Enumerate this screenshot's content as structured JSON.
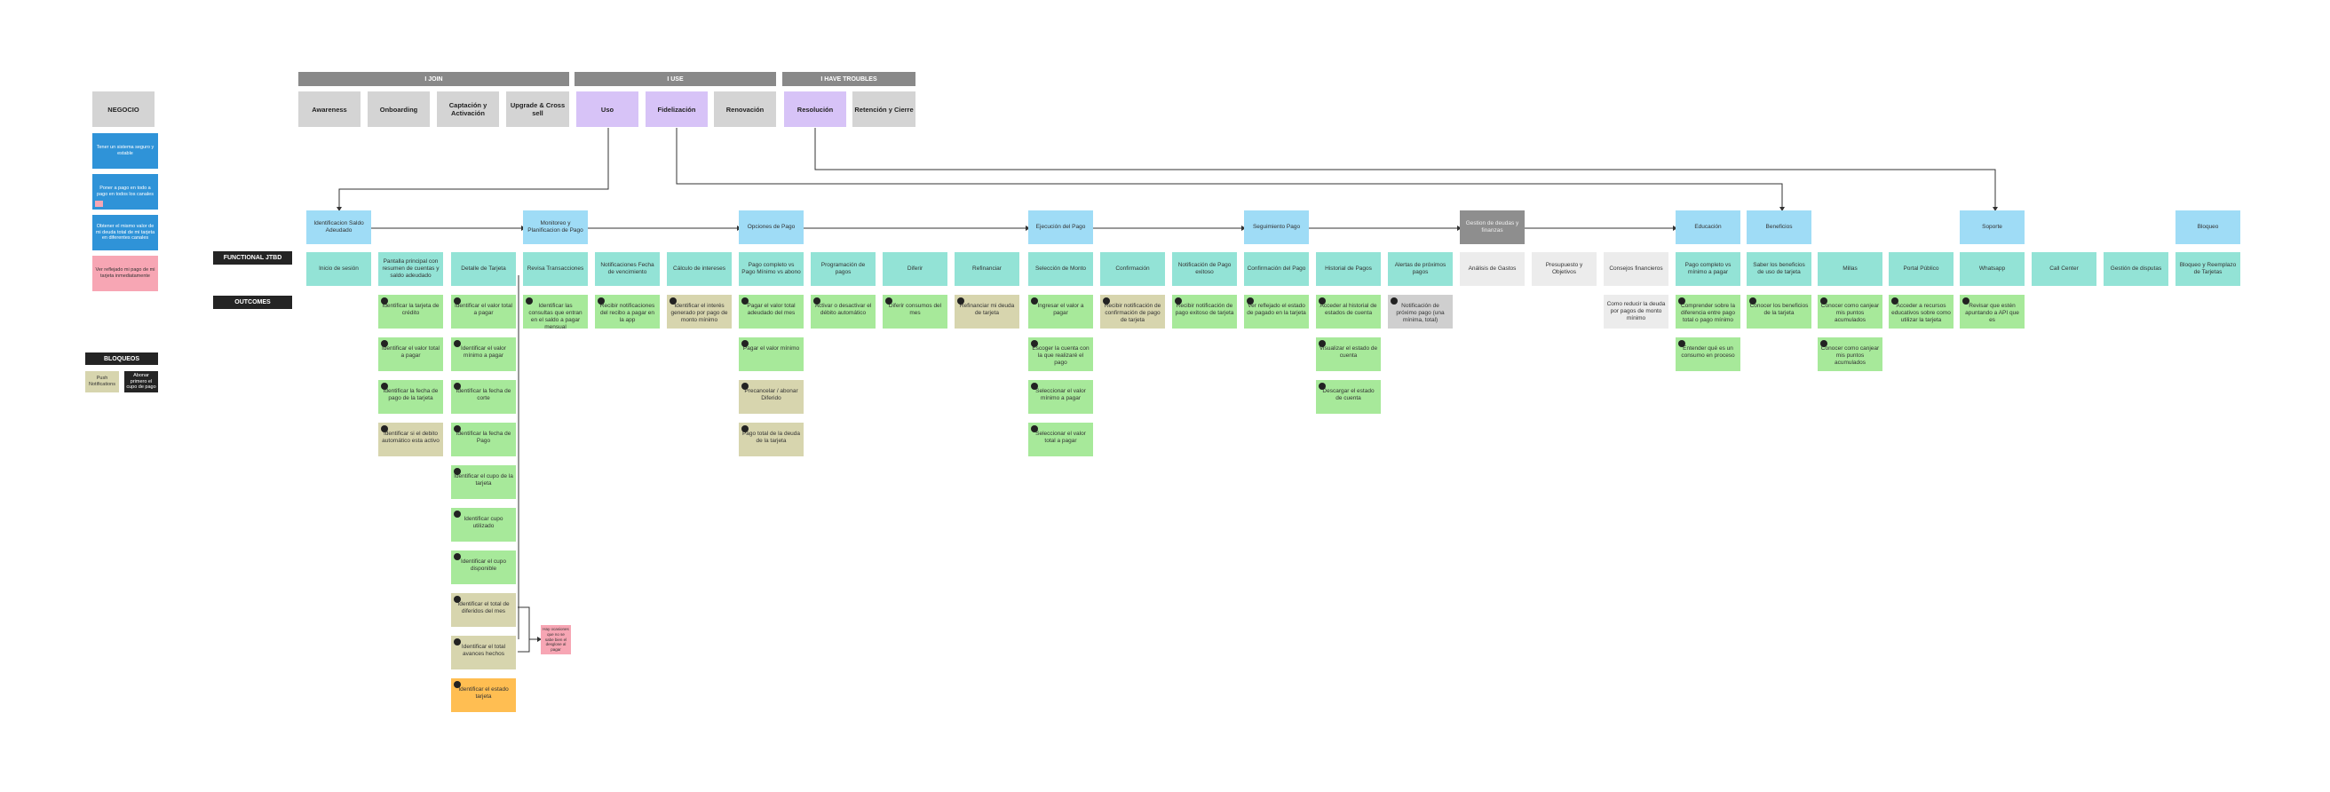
{
  "phase_headers": [
    "I JOIN",
    "I USE",
    "I HAVE TROUBLES"
  ],
  "stages": [
    "Awareness",
    "Onboarding",
    "Captación y Activación",
    "Upgrade & Cross sell",
    "Uso",
    "Fidelización",
    "Renovación",
    "Resolución",
    "Retención y Cierre"
  ],
  "legend": {
    "title": "NEGOCIO",
    "items": [
      "Tener un sistema seguro y estable",
      "Poner a pago en todo a pago en todos los canales",
      "Obtener el mismo valor de mi deuda total de mi tarjeta en diferentes canales",
      "Ver reflejado mi pago de mi tarjeta inmediatamente"
    ],
    "bloqueos_title": "BLOQUEOS",
    "bloqueos": [
      "Push Notifications",
      "Abonar primero el cupo de pago"
    ]
  },
  "row_labels": {
    "jtbd": "FUNCTIONAL JTBD",
    "outcomes": "OUTCOMES"
  },
  "jtbd_headers": [
    "Identificacion Saldo Adeudado",
    "Monitoreo y Planificacion de Pago",
    "Opciones de Pago",
    "Ejecución del Pago",
    "Seguimiento Pago",
    "Gestion de deudas y finanzas",
    "Educación",
    "Beneficios",
    "Soporte",
    "Bloqueo"
  ],
  "jtbd_cards": [
    "Inicio de sesión",
    "Pantalla principal con resumen de cuentas y saldo adeudado",
    "Detalle de Tarjeta",
    "Revisa Transacciones",
    "Notificaciones Fecha de vencimiento",
    "Cálculo de intereses",
    "Pago completo vs Pago Mínimo vs abono",
    "Programación de pagos",
    "Diferir",
    "Refinanciar",
    "Selección de Monto",
    "Confirmación",
    "Notificación de Pago exitoso",
    "Confirmación del Pago",
    "Historial de Pagos",
    "Alertas de próximos pagos",
    "Análisis de Gastos",
    "Presupuesto y Objetivos",
    "Consejos financieros",
    "Pago completo vs mínimo a pagar",
    "Saber los beneficios de uso de tarjeta",
    "Millas",
    "Portal Público",
    "Whatsapp",
    "Call Center",
    "Gestión de disputas",
    "Bloqueo y Reemplazo de Tarjetas"
  ],
  "outcomes": [
    "Identificar la tarjeta de crédito",
    "Identificar el valor total a pagar",
    "Identificar la fecha de pago de la tarjeta",
    "Identificar si el debito automático esta activo",
    "Identificar el valor total a pagar",
    "Identificar el valor mínimo a pagar",
    "Identificar la fecha de corte",
    "Identificar la fecha de Pago",
    "Identificar el cupo de la tarjeta",
    "Identificar cupo utilizado",
    "Identificar el cupo disponible",
    "Identificar el total de diferidos del mes",
    "Identificar el total avances hechos",
    "Identificar el estado tarjeta",
    "Identificar las consultas que entran en el saldo a pagar mensual",
    "Recibir notificaciones del recibo a pagar en la app",
    "Identificar el interés generado por pago de monto mínimo",
    "Pagar el valor total adeudado del mes",
    "Pagar el valor mínimo",
    "Precancelar / abonar Diferido",
    "Pago total de la deuda de la tarjeta",
    "Activar o desactivar el débito automático",
    "Diferir consumos del mes",
    "Refinanciar mi deuda de tarjeta",
    "Ingresar el valor a pagar",
    "Escoger la cuenta con la que realizaré el pago",
    "Seleccionar el valor mínimo a pagar",
    "Seleccionar el valor total a pagar",
    "Recibir notificación de confirmación de pago de tarjeta",
    "Recibir notificación de pago exitoso de tarjeta",
    "Ver reflejado el estado de pagado en la tarjeta",
    "Acceder al historial de estados de cuenta",
    "Visualizar el estado de cuenta",
    "Descargar el estado de cuenta",
    "Notificación de próximo pago (una mínima, total)",
    "Como reducir la deuda por pagos de monto mínimo",
    "Comprender sobre la diferencia entre pago total o pago mínimo",
    "Entender qué es un consumo en proceso",
    "Conocer los beneficios de la tarjeta",
    "Conocer como canjear mis puntos acumulados",
    "Conocer como canjear mis puntos acumulados",
    "Acceder a recursos educativos sobre como utilizar la tarjeta",
    "Revisar que estén apuntando a API que es"
  ],
  "note": "Hay ocasiones que no se sabe bien el desglose al pagar",
  "colors": {
    "blue": "#9fdcf6",
    "teal": "#93e3d6",
    "green": "#a7e99a",
    "tan": "#d7d5ae",
    "orange": "#ffbe52",
    "purple": "#d7c3f7",
    "legend_blue": "#2f93d8",
    "legend_pink": "#f7a6b4",
    "gray": "#d4d4d4"
  }
}
